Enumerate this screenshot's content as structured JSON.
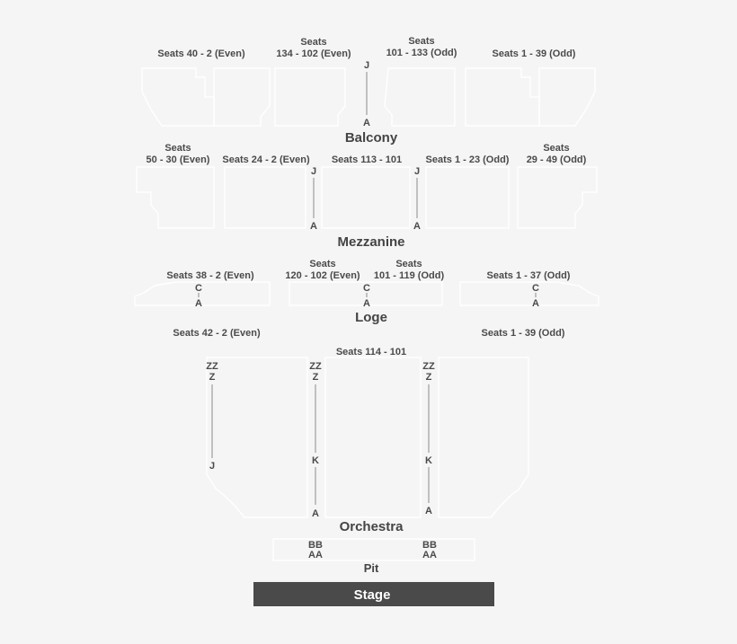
{
  "colors": {
    "background": "#f5f5f5",
    "text": "#4a4a4a",
    "stage": "#4a4a4a",
    "stage_text": "#ffffff",
    "section_outline": "#ffffff"
  },
  "sections": {
    "balcony": {
      "title": "Balcony",
      "labels": {
        "left": "Seats 40 - 2 (Even)",
        "center_left_1": "Seats",
        "center_left_2": "134 - 102 (Even)",
        "center_right_1": "Seats",
        "center_right_2": "101 - 133 (Odd)",
        "right": "Seats 1 - 39 (Odd)"
      },
      "rows": {
        "top": "J",
        "bottom": "A"
      }
    },
    "mezzanine": {
      "title": "Mezzanine",
      "labels": {
        "far_left_1": "Seats",
        "far_left_2": "50 - 30 (Even)",
        "left": "Seats 24 - 2 (Even)",
        "center": "Seats 113 - 101",
        "right": "Seats 1 - 23 (Odd)",
        "far_right_1": "Seats",
        "far_right_2": "29 - 49 (Odd)"
      },
      "rows": {
        "left_top": "J",
        "left_bottom": "A",
        "right_top": "J",
        "right_bottom": "A"
      }
    },
    "loge": {
      "title": "Loge",
      "labels": {
        "left": "Seats 38 - 2 (Even)",
        "center_left_1": "Seats",
        "center_left_2": "120 - 102 (Even)",
        "center_right_1": "Seats",
        "center_right_2": "101 - 119 (Odd)",
        "right": "Seats 1 - 37 (Odd)"
      },
      "rows": {
        "left_top": "C",
        "left_bottom": "A",
        "center_top": "C",
        "center_bottom": "A",
        "right_top": "C",
        "right_bottom": "A"
      }
    },
    "orchestra": {
      "title": "Orchestra",
      "labels": {
        "left": "Seats 42 - 2 (Even)",
        "right": "Seats 1 - 39 (Odd)",
        "center": "Seats 114 - 101"
      },
      "rows": {
        "left_zz": "ZZ",
        "left_z": "Z",
        "left_j": "J",
        "center_left_zz": "ZZ",
        "center_left_z": "Z",
        "center_left_k": "K",
        "center_left_a": "A",
        "center_right_zz": "ZZ",
        "center_right_z": "Z",
        "center_right_k": "K",
        "center_right_a": "A"
      }
    },
    "pit": {
      "title": "Pit",
      "rows": {
        "left_bb": "BB",
        "left_aa": "AA",
        "right_bb": "BB",
        "right_aa": "AA"
      }
    },
    "stage": {
      "label": "Stage"
    }
  }
}
